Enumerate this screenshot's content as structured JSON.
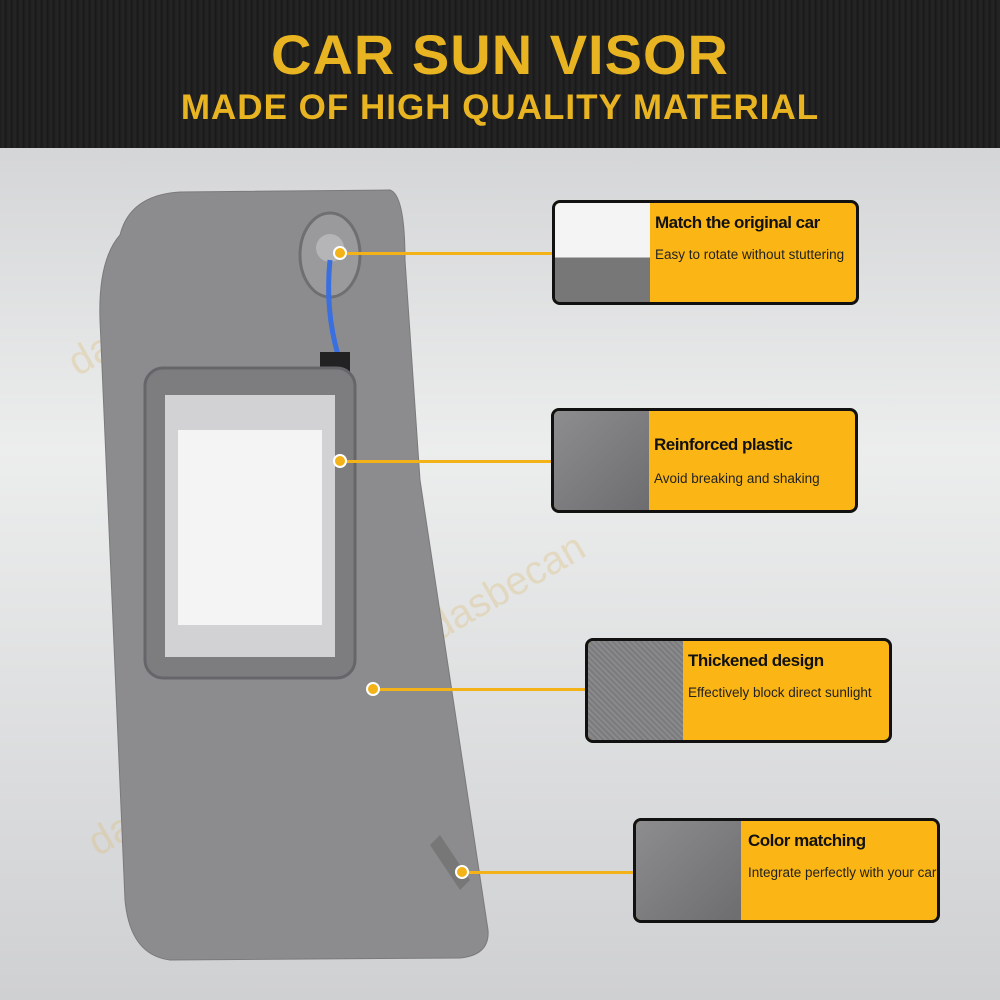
{
  "header": {
    "title": "CAR SUN VISOR",
    "subtitle": "MADE OF HIGH QUALITY MATERIAL"
  },
  "watermark": "dasbecan",
  "colors": {
    "accent": "#f2b218",
    "gold_text": "#e9b421",
    "visor": "#8a8a8c"
  },
  "callouts": [
    {
      "title": "Match the original car",
      "description": "Easy to rotate without stuttering"
    },
    {
      "title": "Reinforced plastic",
      "description": "Avoid breaking and shaking"
    },
    {
      "title": "Thickened design",
      "description": "Effectively block direct sunlight"
    },
    {
      "title": "Color matching",
      "description": "Integrate perfectly with your car"
    }
  ]
}
